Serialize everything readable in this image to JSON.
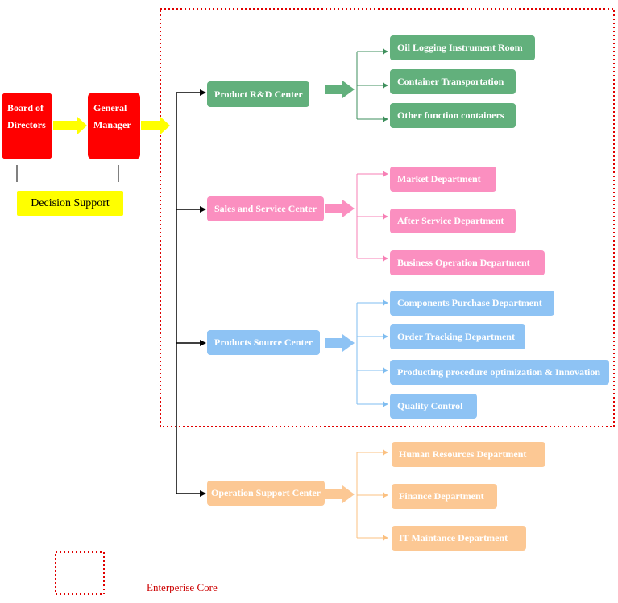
{
  "leadership": {
    "board": "Board of Directors",
    "general_manager": "General Manager",
    "decision_support": "Decision Support"
  },
  "centers": [
    {
      "name": "Product R&D Center",
      "color": "#62b07c",
      "departments": [
        "Oil Logging Instrument Room",
        "Container Transportation",
        "Other function containers"
      ]
    },
    {
      "name": "Sales and Service Center",
      "color": "#fb8fc0",
      "departments": [
        "Market Department",
        "After Service Department",
        "Business Operation Department"
      ]
    },
    {
      "name": "Products Source Center",
      "color": "#8ec3f4",
      "departments": [
        "Components Purchase Department",
        "Order Tracking Department",
        "Producting procedure optimization & Innovation",
        "Quality Control"
      ]
    },
    {
      "name": "Operation Support Center",
      "color": "#fcc894",
      "departments": [
        "Human Resources Department",
        "Finance Department",
        "IT Maintance Department"
      ]
    }
  ],
  "legend": {
    "label": "Enterperise Core",
    "color": "#cc0000"
  },
  "colors": {
    "leadership": "#ff0000",
    "decision_support": "#ffff00",
    "flow_arrow": "#ffff00"
  }
}
